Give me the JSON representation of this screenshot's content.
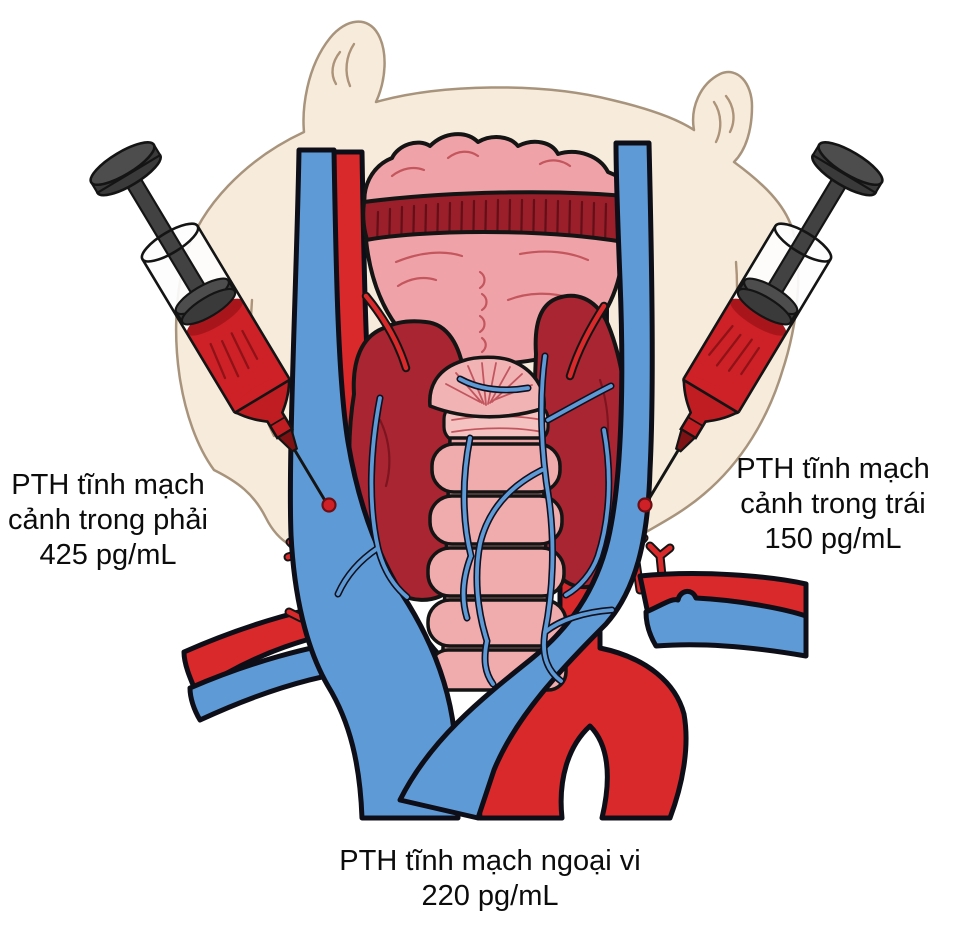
{
  "labels": {
    "left": {
      "line1": "PTH tĩnh mạch",
      "line2": "cảnh trong phải",
      "value": "425 pg/mL"
    },
    "right": {
      "line1": "PTH tĩnh mạch",
      "line2": "cảnh trong trái",
      "value": "150 pg/mL"
    },
    "bottom": {
      "line1": "PTH tĩnh mạch ngoại vi",
      "value": "220 pg/mL"
    }
  },
  "colors": {
    "background": "#ffffff",
    "vein_blue": "#5e9bd6",
    "artery_red": "#d9292a",
    "thyroid_dark_red": "#a82531",
    "muscle_dark_red": "#9a1f2a",
    "cartilage_pink": "#efa3a8",
    "trachea_pink": "#f0abad",
    "bone_beige": "#f7ecdc",
    "syringe_blood_red": "#cd2127",
    "syringe_gray": "#3d3d3d",
    "outline_black": "#141414",
    "text_black": "#0c0c0c"
  },
  "icons": [
    "syringe-left-icon",
    "syringe-right-icon",
    "needle-left-icon",
    "needle-right-icon",
    "puncture-point-left",
    "puncture-point-right"
  ]
}
